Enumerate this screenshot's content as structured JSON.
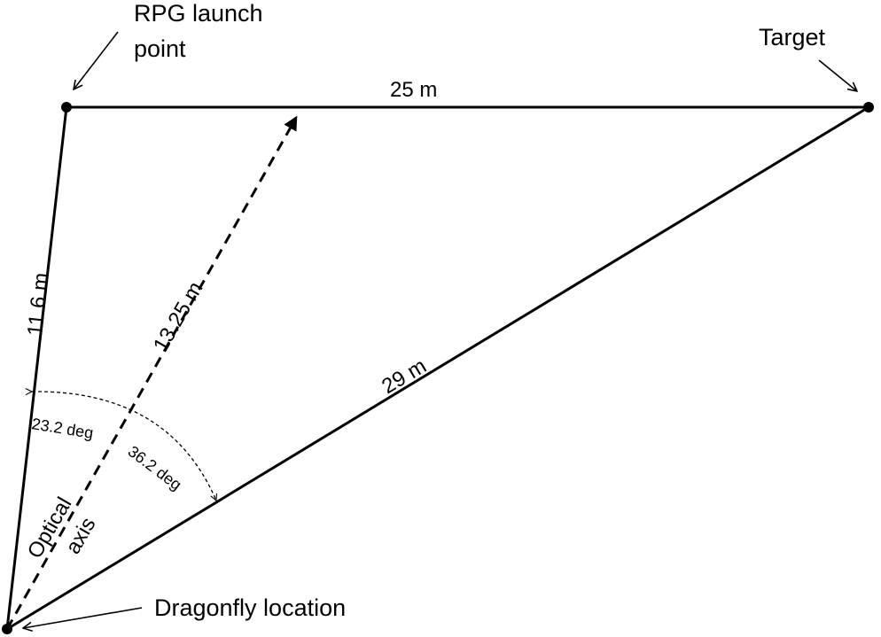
{
  "labels": {
    "rpg_line1": "RPG launch",
    "rpg_line2": "point",
    "target": "Target",
    "dragonfly": "Dragonfly location",
    "optical_line1": "Optical",
    "optical_line2": "axis"
  },
  "measurements": {
    "rpg_to_target": "25 m",
    "dragonfly_to_rpg": "11.6 m",
    "dragonfly_to_target": "29 m",
    "optical_axis_distance": "13.25 m",
    "angle_left": "23.2 deg",
    "angle_right": "36.2 deg"
  },
  "colors": {
    "stroke": "#000000",
    "background": "#ffffff"
  }
}
